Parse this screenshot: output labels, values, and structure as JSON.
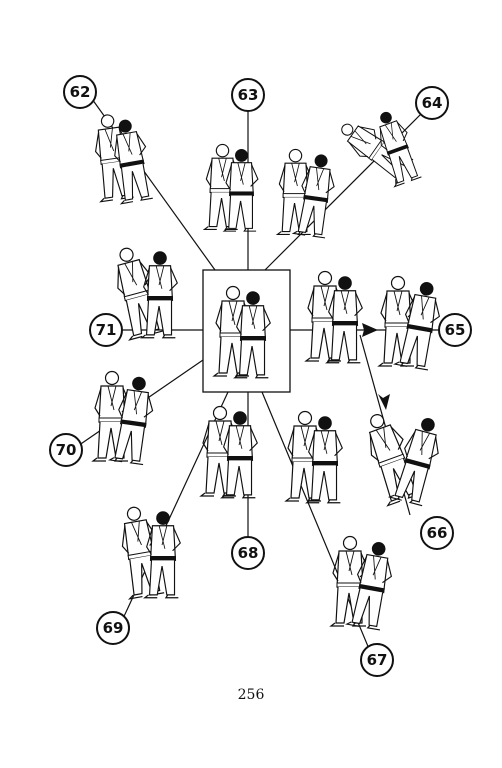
{
  "page": {
    "page_number": "256"
  },
  "labels": [
    {
      "key": "62",
      "text": "62"
    },
    {
      "key": "63",
      "text": "63"
    },
    {
      "key": "64",
      "text": "64"
    },
    {
      "key": "65",
      "text": "65"
    },
    {
      "key": "66",
      "text": "66"
    },
    {
      "key": "67",
      "text": "67"
    },
    {
      "key": "68",
      "text": "68"
    },
    {
      "key": "69",
      "text": "69"
    },
    {
      "key": "70",
      "text": "70"
    },
    {
      "key": "71",
      "text": "71"
    }
  ],
  "colors": {
    "ink": "#111111",
    "gi": "#ffffff",
    "belt": "#111111"
  }
}
